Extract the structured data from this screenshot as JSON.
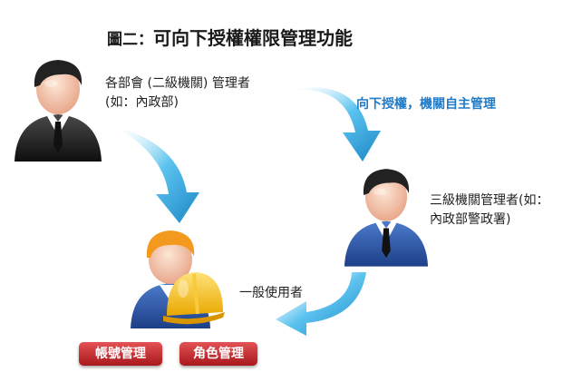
{
  "title": {
    "prefix": "圖二：",
    "main": "可向下授權權限管理功能"
  },
  "labels": {
    "top_admin_line1": "各部會 (二級機關) 管理者",
    "top_admin_line2": "(如：內政部)",
    "right_admin_line1": "三級機關管理者(如：",
    "right_admin_line2": "內政部警政署)",
    "delegation": "向下授權，機關自主管理",
    "general_user": "一般使用者"
  },
  "buttons": {
    "account": "帳號管理",
    "role": "角色管理"
  },
  "colors": {
    "arrow": "#2aa3dc",
    "delegation_text": "#1f7ac7",
    "button": "#c62a2e"
  },
  "icons": [
    "admin-person-icon",
    "admin-person-icon",
    "worker-hardhat-icon",
    "curved-arrow-icon"
  ]
}
